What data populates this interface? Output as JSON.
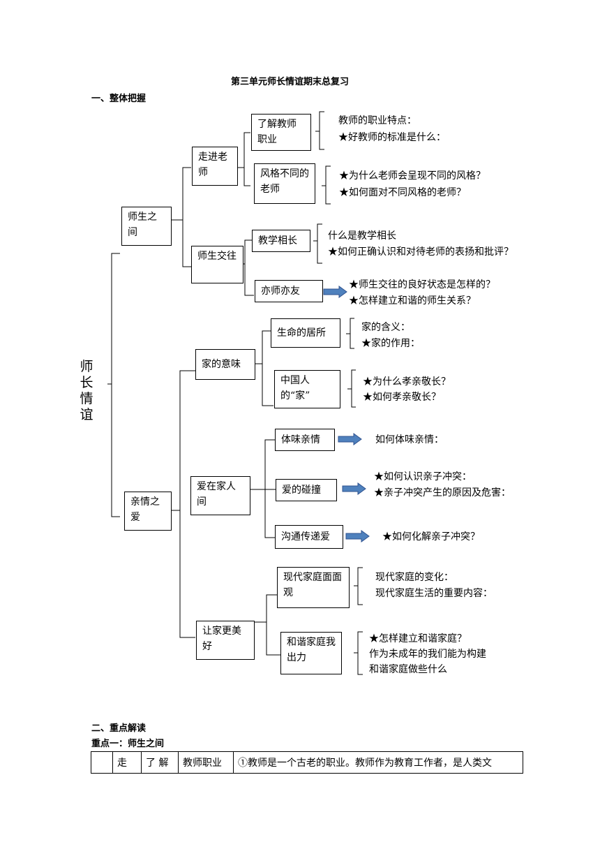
{
  "title": "第三单元师长情谊期末总复习",
  "section1": "一、整体把握",
  "root": "师长情谊",
  "l1": {
    "teacher": "师生之间",
    "family": "亲情之爱"
  },
  "l2": {
    "approach": "走进老师",
    "interact": "师生交往",
    "home_meaning": "家的意味",
    "love_home": "爱在家人间",
    "better_home": "让家更美好"
  },
  "l3": {
    "know_job": "了解教师职业",
    "styles": "风格不同的老师",
    "teach_grow": "教学相长",
    "friend": "亦师亦友",
    "life_home": "生命的居所",
    "chinese_home": "中国人的“家”",
    "feel_love": "体味亲情",
    "collision": "爱的碰撞",
    "communicate": "沟通传递爱",
    "modern": "现代家庭面面观",
    "harmony": "和谐家庭我出力"
  },
  "notes": {
    "know_job": [
      "教师的职业特点：",
      "★好教师的标准是什么："
    ],
    "styles": [
      "★为什么老师会呈现不同的风格？",
      "★如何面对不同风格的老师？"
    ],
    "teach_grow": [
      "什么是教学相长",
      "★如何正确认识和对待老师的表扬和批评？"
    ],
    "friend": [
      "★师生交往的良好状态是怎样的？",
      "★怎样建立和谐的师生关系？"
    ],
    "life_home": [
      "家的含义：",
      "★家的作用："
    ],
    "chinese_home": [
      "★为什么孝亲敬长？",
      "★如何孝亲敬长？"
    ],
    "feel_love": [
      "如何体味亲情："
    ],
    "collision": [
      "★如何认识亲子冲突：",
      "★亲子冲突产生的原因及危害："
    ],
    "communicate": [
      "★如何化解亲子冲突？"
    ],
    "modern": [
      "现代家庭的变化：",
      "现代家庭生活的重要内容："
    ],
    "harmony": [
      "★怎样建立和谐家庭？",
      "作为未成年的我们能为构建",
      "和谐家庭做些什么"
    ]
  },
  "section2": "二、重点解读",
  "key1": "重点一：师生之间",
  "table_row": [
    "",
    "走",
    "了 解",
    "教师职业",
    "①教师是一个古老的职业。教师作为教育工作者，是人类文"
  ],
  "colors": {
    "arrow_fill": "#4f81bd",
    "arrow_stroke": "#2f528f",
    "line": "#000000"
  }
}
